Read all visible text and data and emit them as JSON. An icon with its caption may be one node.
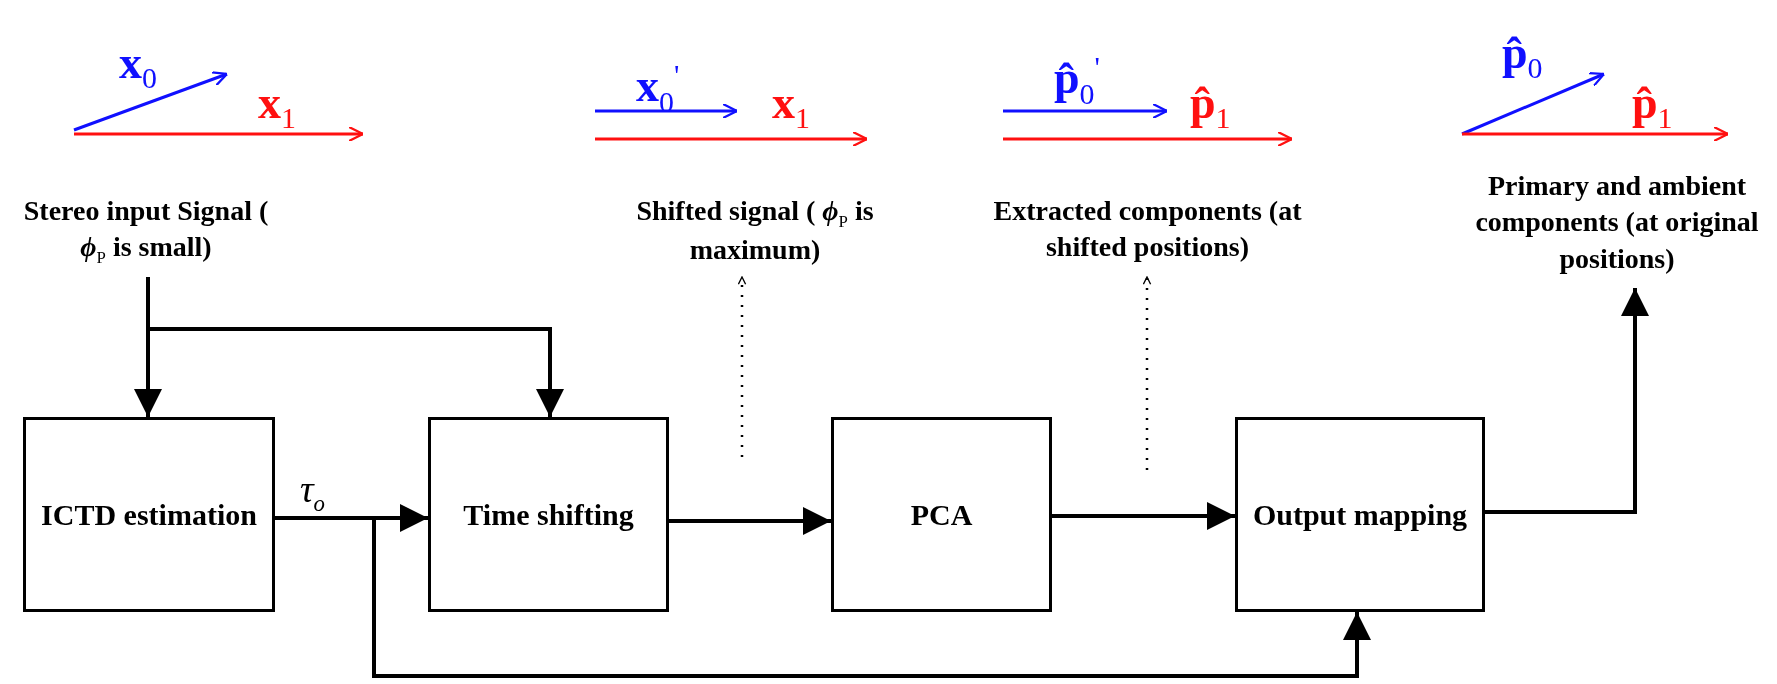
{
  "diagram": {
    "nodes": [
      {
        "text": [
          "Stereo input Signal ( *ϕ*$_{P}$ is small)"
        ]
      },
      {
        "text": [
          "Shifted signal ( *ϕ*$_{P}$ is maximum)"
        ]
      },
      {
        "text": [
          "Extracted components (at shifted positions)"
        ]
      },
      {
        "text": [
          "Primary and ambient components (at original positions)"
        ]
      },
      {
        "text": [
          "ICTD estimation"
        ]
      },
      {
        "text": [
          "Time shifting"
        ]
      },
      {
        "text": [
          "PCA"
        ]
      },
      {
        "text": [
          "Output mapping"
        ]
      }
    ],
    "edges": [
      {
        "from": 0,
        "to": 4,
        "arrow": "to"
      },
      {
        "from": 0,
        "to": 5,
        "arrow": "to"
      },
      {
        "from": 4,
        "to": 5,
        "arrow": "to",
        "label": "τ$_{o}$"
      },
      {
        "from": 4,
        "to": 7,
        "arrow": "to"
      },
      {
        "from": 5,
        "to": 6,
        "arrow": "to"
      },
      {
        "from": 6,
        "to": 7,
        "arrow": "to"
      },
      {
        "from": 7,
        "to": 3,
        "arrow": "to"
      },
      {
        "from": null,
        "to": 1,
        "arrow": "to",
        "style": "dashed"
      },
      {
        "from": null,
        "to": 2,
        "arrow": "to",
        "style": "dashed"
      }
    ],
    "labels": [
      "x$_{0}$",
      "x$_{1}$",
      "x$_{0}$$^{'}$",
      "x$_{1}$",
      "p̂$_{0}$$^{'}$",
      "p̂$_{1}$",
      "p̂$_{0}$",
      "p̂$_{1}$"
    ]
  }
}
